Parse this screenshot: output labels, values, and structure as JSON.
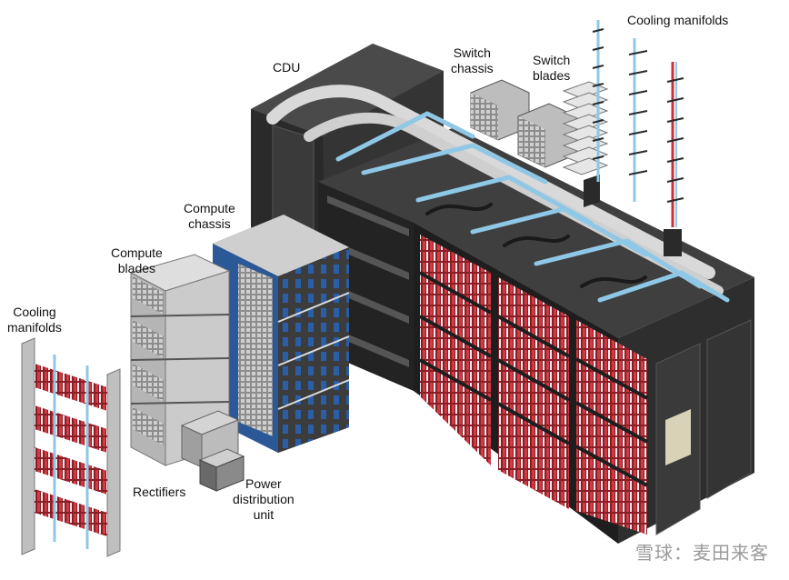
{
  "labels": {
    "cdu": "CDU",
    "switch_chassis": "Switch\nchassis",
    "switch_blades": "Switch\nblades",
    "cooling_manifolds_top": "Cooling manifolds",
    "compute_chassis": "Compute\nchassis",
    "compute_blades": "Compute\nblades",
    "cooling_manifolds_left": "Cooling\nmanifolds",
    "rectifiers": "Rectifiers",
    "pdu": "Power\ndistribution\nunit"
  },
  "watermark": "雪球：麦田来客",
  "colors": {
    "cabinet_dark": "#2b2b2b",
    "cabinet_mid": "#3a3a3a",
    "pipe_blue": "#8fc8e6",
    "pipe_white": "#e6e6e6",
    "blade_red": "#c8323c",
    "chassis_blue": "#2a5fa8",
    "metal_light": "#c9c9c9",
    "metal_mid": "#9a9a9a"
  }
}
